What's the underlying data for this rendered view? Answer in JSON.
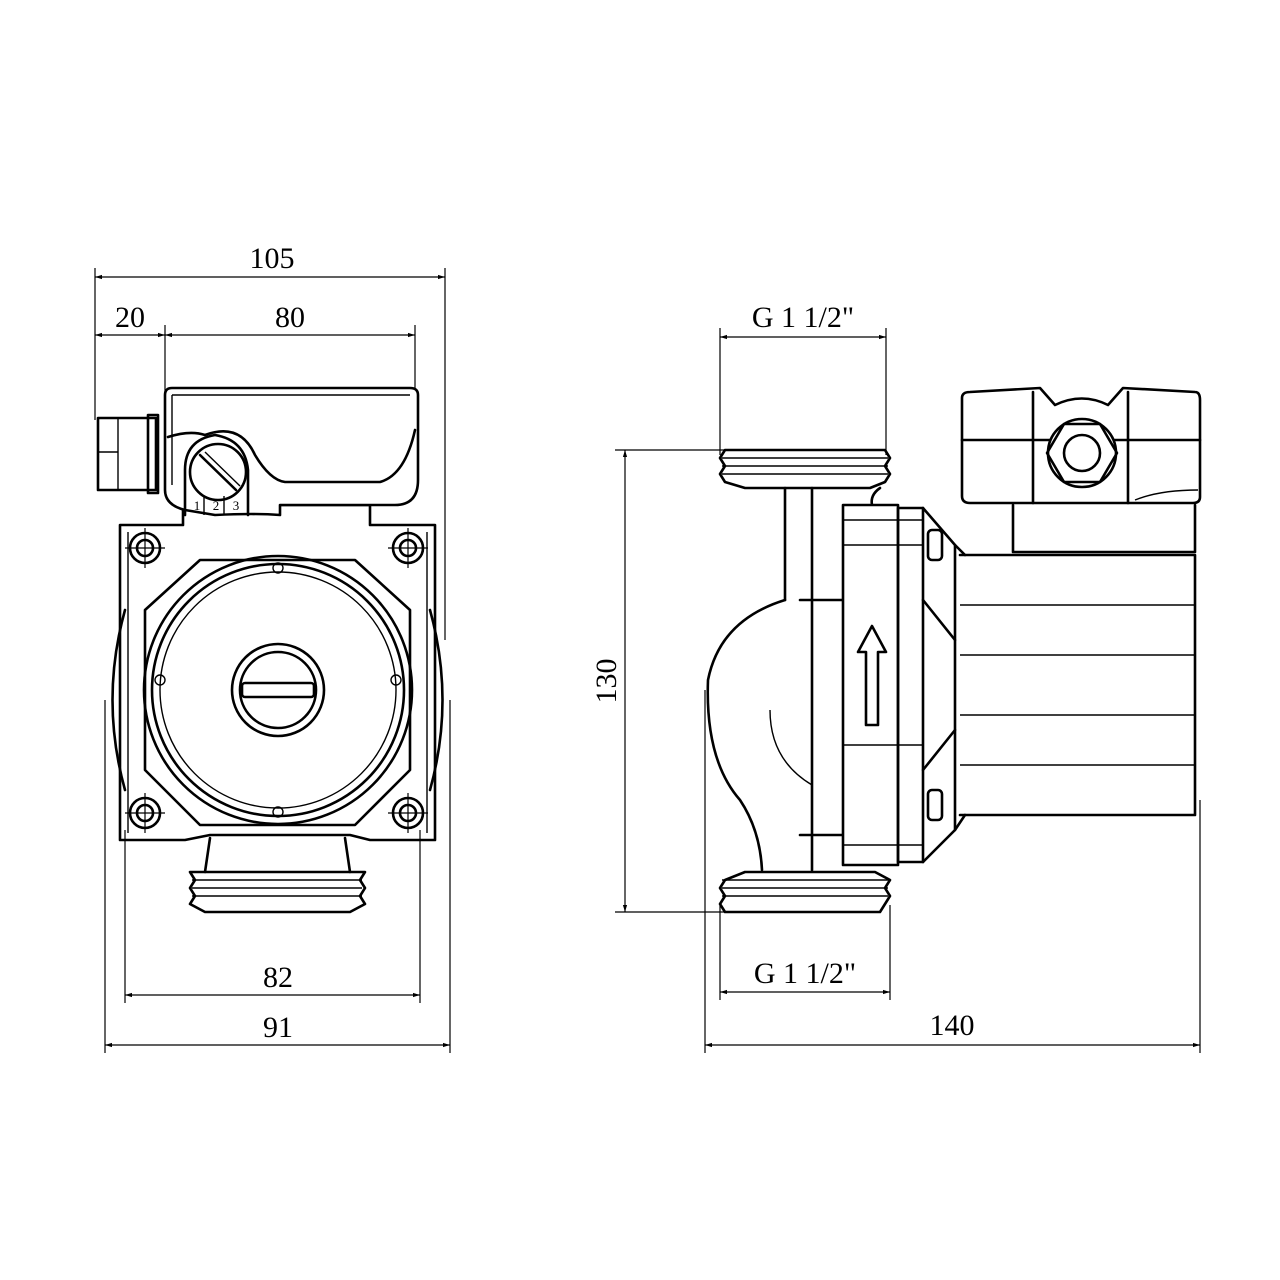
{
  "front_view": {
    "dim_total_height_width": "105",
    "dim_connector": "20",
    "dim_terminal_box": "80",
    "dim_mounting_holes": "82",
    "dim_body_width": "91",
    "speed_labels": [
      "1",
      "2",
      "3"
    ]
  },
  "side_view": {
    "dim_top_thread": "G 1 1/2\"",
    "dim_bottom_thread": "G 1 1/2\"",
    "dim_port_to_port": "130",
    "dim_total_length": "140"
  },
  "colors": {
    "line": "#000000",
    "background": "#ffffff"
  }
}
